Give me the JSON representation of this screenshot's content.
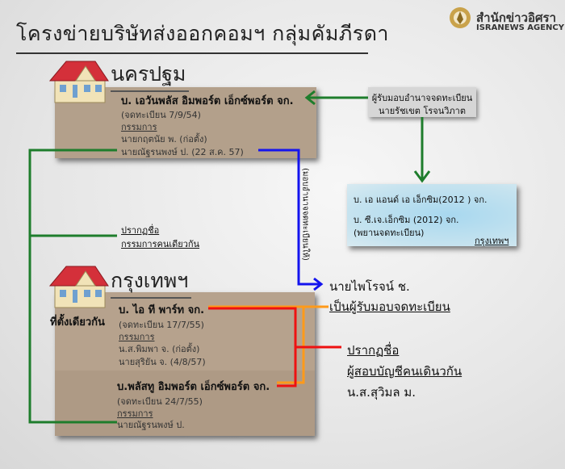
{
  "title": "โครงข่ายบริษัทส่งออกคอมฯ กลุ่มคัมภีรดา",
  "logo": {
    "thai": "สำนักข่าวอิศรา",
    "english": "ISRANEWS AGENCY"
  },
  "nakhon_pathom": {
    "region": "นครปฐม",
    "company": "บ. เอวันพลัส อิมพอร์ต เอ็กซ์พอร์ต จก.",
    "registered": "(จดทะเบียน 7/9/54)",
    "directors_label": "กรรมการ",
    "directors": [
      "นายกฤตนัย พ. (ก่อตั้ง)",
      "นายณัฐรนพงษ์ ป. (22 ส.ค. 57)"
    ]
  },
  "authorized": {
    "line1": "ผู้รับมอบอำนาจจดทะเบียน",
    "line2": "นายรัชเขต โรจนวิภาต"
  },
  "bangkok_box": {
    "company1": "บ. เอ แอนด์ เอ เอ็กซิม(2012 ) จก.",
    "company2": "บ. ซี.เจ.เอ็กซิม (2012) จก.",
    "note": "(พยานจดทะเบียน)",
    "region": "กรุงเทพฯ"
  },
  "same_director": {
    "line1": "ปรากฏชื่อ",
    "line2": "กรรมการคนเดียวกัน"
  },
  "delegation_label": "(มอบอำนาจจดทะเบียนให้)",
  "receiver": {
    "line1": "นายไพโรจน์ ช.",
    "line2": "เป็นผู้รับมอบจดทะเบียน"
  },
  "bangkok": {
    "region": "กรุงเทพฯ",
    "same_location": "ที่ตั้งเดียวกัน",
    "company1": {
      "name": "บ. ไอ ที พาร์ท จก.",
      "registered": "(จดทะเบียน 17/7/55)",
      "directors_label": "กรรมการ",
      "directors": [
        "น.ส.พิมพา จ. (ก่อตั้ง)",
        "นายสุริยัน จ. (4/8/57)"
      ]
    },
    "company2": {
      "name": "บ.พลัสทู อิมพอร์ต เอ็กซ์พอร์ต จก.",
      "registered": "(จดทะเบียน 24/7/55)",
      "directors_label": "กรรมการ",
      "directors": [
        "นายณัฐรนพงษ์ ป."
      ]
    }
  },
  "auditor": {
    "line1": "ปรากฏชื่อ",
    "line2": "ผู้สอบบัญชีคนเดินวกัน",
    "line3": "น.ส.สุวิมล ม."
  },
  "colors": {
    "green": "#1e7d2c",
    "blue": "#1414ee",
    "red": "#ee1111",
    "orange": "#ff9a1a",
    "box": "#b3a08b"
  }
}
